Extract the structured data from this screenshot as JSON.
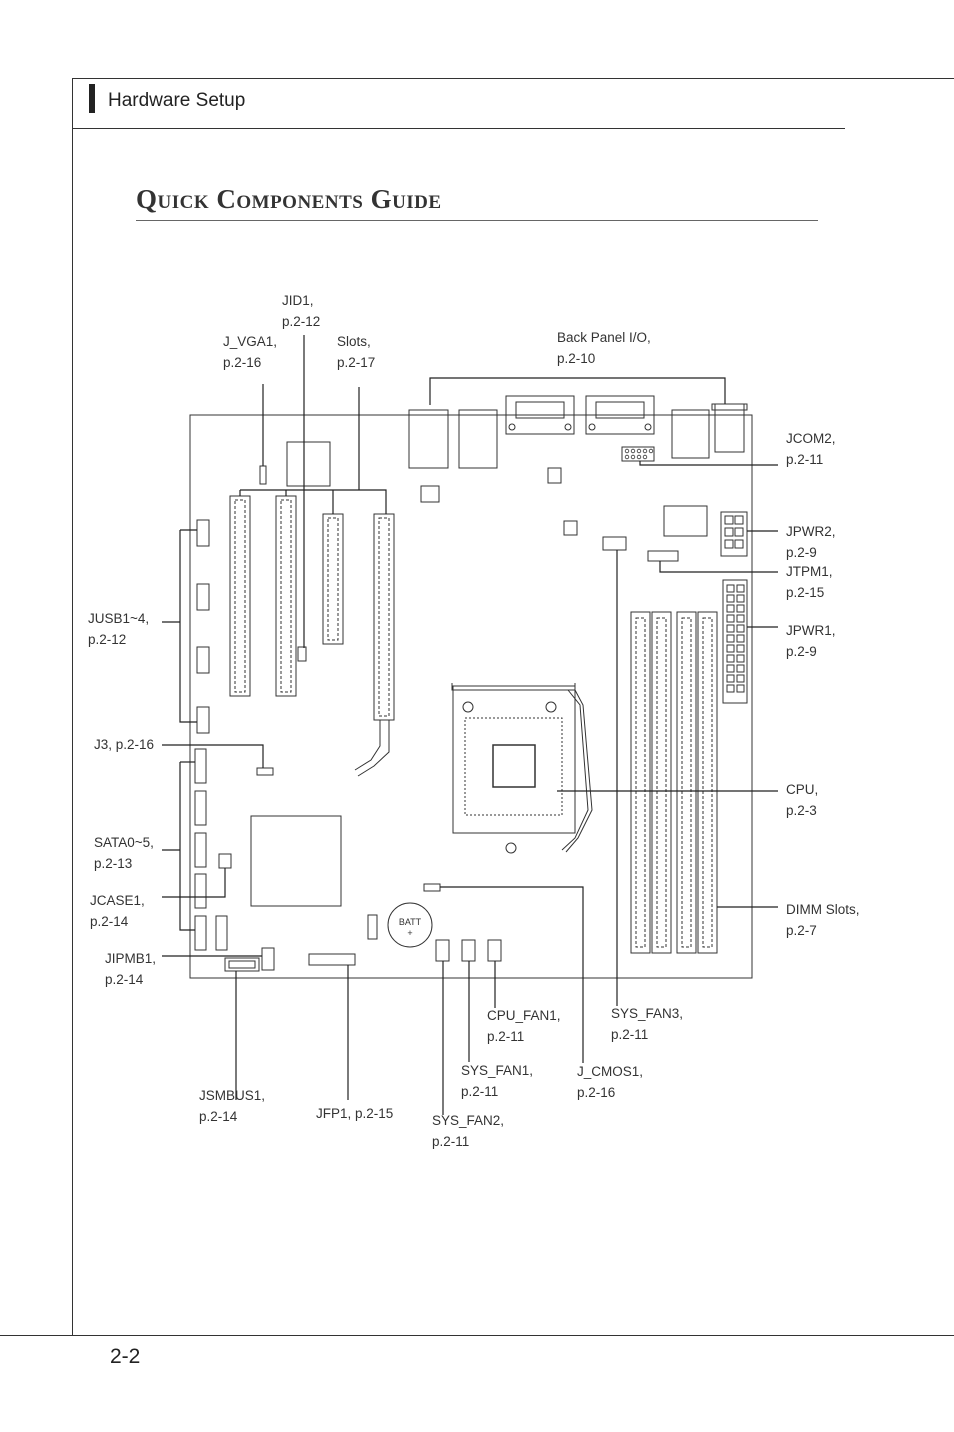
{
  "header": {
    "section_title": "Hardware Setup"
  },
  "page": {
    "title": "Quick Components Guide",
    "number": "2-2"
  },
  "board": {
    "battery_label": "BATT",
    "battery_sign": "+"
  },
  "callouts": {
    "jid1": [
      "JID1,",
      "p.2-12"
    ],
    "jvga1": [
      "J_VGA1,",
      "p.2-16"
    ],
    "slots": [
      "Slots,",
      "p.2-17"
    ],
    "back_panel": [
      "Back Panel I/O,",
      "p.2-10"
    ],
    "jcom2": [
      "JCOM2,",
      "p.2-11"
    ],
    "jpwr2": [
      "JPWR2,",
      "p.2-9"
    ],
    "jtpm1": [
      "JTPM1,",
      "p.2-15"
    ],
    "jpwr1": [
      "JPWR1,",
      "p.2-9"
    ],
    "jusb": [
      "JUSB1~4,",
      "p.2-12"
    ],
    "j3": [
      "J3, p.2-16"
    ],
    "cpu": [
      "CPU,",
      "p.2-3"
    ],
    "sata": [
      "SATA0~5,",
      "p.2-13"
    ],
    "jcase1": [
      "JCASE1,",
      "p.2-14"
    ],
    "dimm": [
      "DIMM Slots,",
      "p.2-7"
    ],
    "jipmb1": [
      "JIPMB1,",
      "p.2-14"
    ],
    "cpu_fan1": [
      "CPU_FAN1,",
      "p.2-11"
    ],
    "sys_fan3": [
      "SYS_FAN3,",
      "p.2-11"
    ],
    "sys_fan1": [
      "SYS_FAN1,",
      "p.2-11"
    ],
    "jcmos1": [
      "J_CMOS1,",
      "p.2-16"
    ],
    "jsmbus1": [
      "JSMBUS1,",
      "p.2-14"
    ],
    "jfp1": [
      "JFP1, p.2-15"
    ],
    "sys_fan2": [
      "SYS_FAN2,",
      "p.2-11"
    ]
  }
}
